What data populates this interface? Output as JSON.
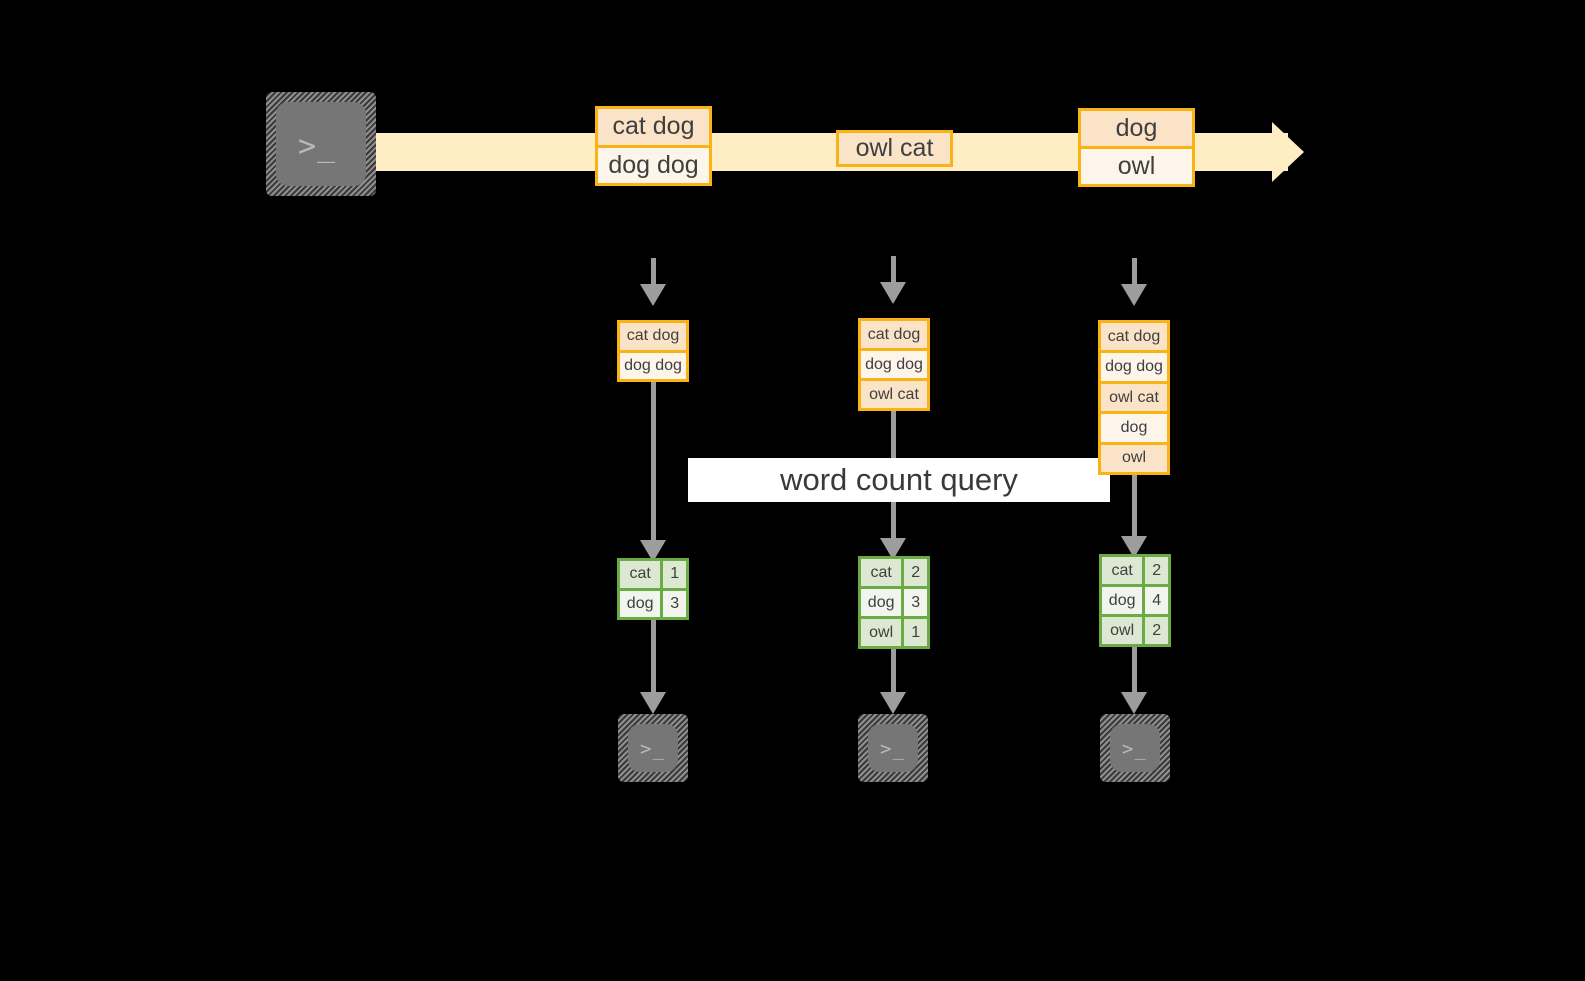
{
  "diagram": {
    "title_label": "word count query",
    "source": {
      "icon": "terminal-icon",
      "glyph": ">_"
    },
    "stream": {
      "events": [
        {
          "lines": [
            "cat dog",
            "dog dog"
          ]
        },
        {
          "lines": [
            "owl cat"
          ]
        },
        {
          "lines": [
            "dog",
            "owl"
          ]
        }
      ]
    },
    "snapshots": [
      {
        "accumulated": [
          "cat dog",
          "dog dog"
        ],
        "results": {
          "rows": [
            {
              "word": "cat",
              "count": "1"
            },
            {
              "word": "dog",
              "count": "3"
            }
          ]
        },
        "sink": {
          "icon": "terminal-icon",
          "glyph": ">_"
        }
      },
      {
        "accumulated": [
          "cat dog",
          "dog dog",
          "owl cat"
        ],
        "results": {
          "rows": [
            {
              "word": "cat",
              "count": "2"
            },
            {
              "word": "dog",
              "count": "3"
            },
            {
              "word": "owl",
              "count": "1"
            }
          ]
        },
        "sink": {
          "icon": "terminal-icon",
          "glyph": ">_"
        }
      },
      {
        "accumulated": [
          "cat dog",
          "dog dog",
          "owl cat",
          "dog",
          "owl"
        ],
        "results": {
          "rows": [
            {
              "word": "cat",
              "count": "2"
            },
            {
              "word": "dog",
              "count": "4"
            },
            {
              "word": "owl",
              "count": "2"
            }
          ]
        },
        "sink": {
          "icon": "terminal-icon",
          "glyph": ">_"
        }
      }
    ],
    "colors": {
      "background": "#000000",
      "stream_fill": "#ffeec4",
      "event_border": "#f9b315",
      "event_fill_dark": "#fbe3c8",
      "event_fill_light": "#fdf4ea",
      "result_border": "#6aab44",
      "result_fill_dark": "#dde8d2",
      "result_fill_light": "#f1f5ee",
      "connector": "#9d9d9d",
      "terminal_body": "#767676",
      "query_band": "#ffffff"
    }
  }
}
